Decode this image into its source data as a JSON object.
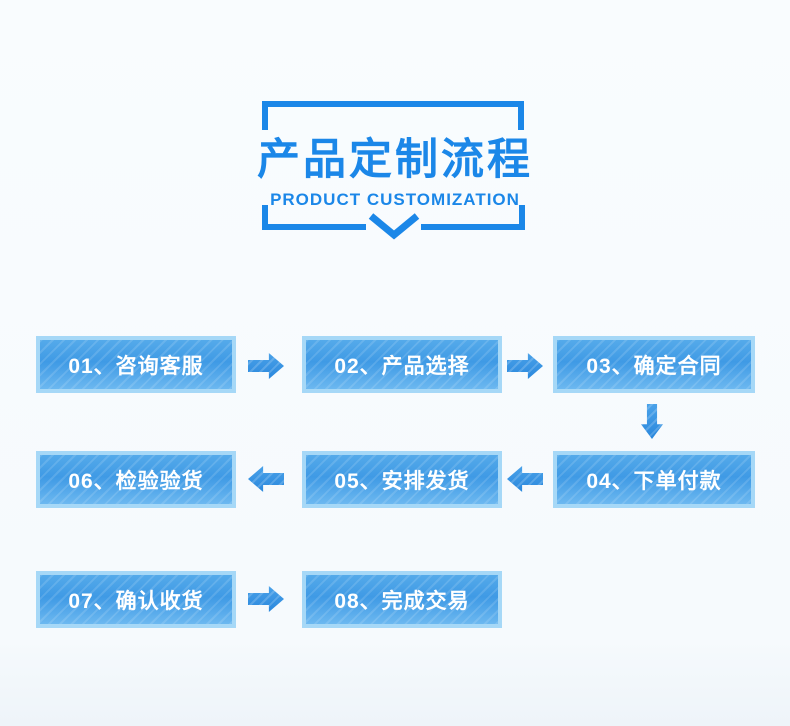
{
  "header": {
    "title": "产品定制流程",
    "subtitle": "PRODUCT CUSTOMIZATION"
  },
  "colors": {
    "accent": "#1b87e8",
    "box_border": "#a6d8f7",
    "box_fill_top": "#55aaea",
    "box_fill_bottom": "#6cb8f0",
    "arrow": "#2a88dd",
    "step_text": "#ffffff",
    "page_background": "#f7fafd"
  },
  "flow": {
    "steps": [
      {
        "label": "01、咨询客服"
      },
      {
        "label": "02、产品选择"
      },
      {
        "label": "03、确定合同"
      },
      {
        "label": "04、下单付款"
      },
      {
        "label": "05、安排发货"
      },
      {
        "label": "06、检验验货"
      },
      {
        "label": "07、确认收货"
      },
      {
        "label": "08、完成交易"
      }
    ],
    "arrows": [
      {
        "from": "01",
        "to": "02",
        "direction": "right"
      },
      {
        "from": "02",
        "to": "03",
        "direction": "right"
      },
      {
        "from": "03",
        "to": "04",
        "direction": "down"
      },
      {
        "from": "04",
        "to": "05",
        "direction": "left"
      },
      {
        "from": "05",
        "to": "06",
        "direction": "left"
      },
      {
        "from": "07",
        "to": "08",
        "direction": "right"
      }
    ]
  }
}
